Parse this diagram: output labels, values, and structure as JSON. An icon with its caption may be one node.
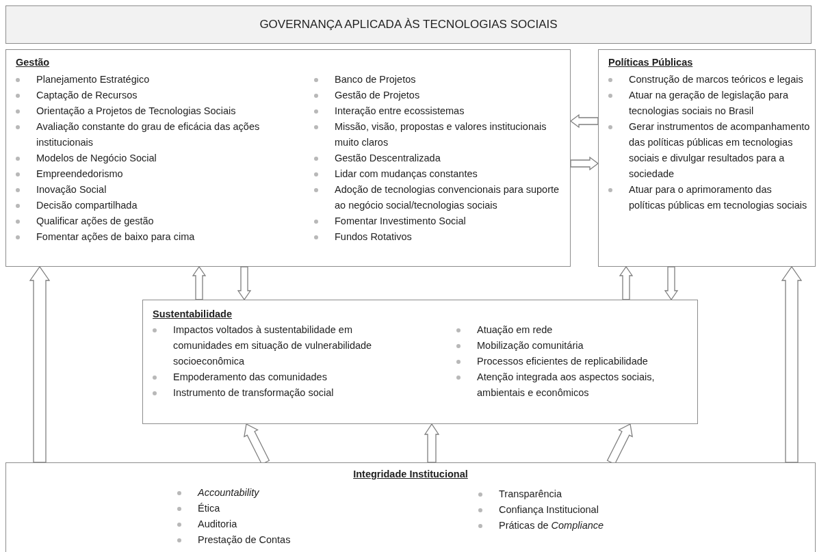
{
  "diagram": {
    "nodes": [
      {
        "text": [
          "GOVERNANÇA APLICADA ÀS TECNOLOGIAS SOCIAIS"
        ]
      },
      {
        "text": [
          "Gestão",
          "Planejamento Estratégico",
          "Captação de Recursos",
          "Orientação a Projetos de Tecnologias Sociais",
          "Avaliação constante do grau de eficácia das ações institucionais",
          "Modelos de Negócio Social",
          "Empreendedorismo",
          "Inovação Social",
          "Decisão compartilhada",
          "Qualificar ações de gestão",
          "Fomentar ações de baixo para cima",
          "Banco de Projetos",
          "Gestão de Projetos",
          "Interação entre ecossistemas",
          "Missão, visão, propostas e valores institucionais muito claros",
          "Gestão Descentralizada",
          "Lidar com mudanças constantes",
          "Adoção de tecnologias convencionais para suporte ao negócio social/tecnologias sociais",
          "Fomentar Investimento Social",
          "Fundos Rotativos"
        ]
      },
      {
        "text": [
          "Políticas Públicas",
          "Construção de marcos teóricos e legais",
          "Atuar na geração de legislação para tecnologias sociais no Brasil",
          "Gerar instrumentos de acompanhamento das políticas públicas em tecnologias sociais e divulgar resultados para a sociedade",
          "Atuar para o aprimoramento das políticas públicas em tecnologias sociais"
        ]
      },
      {
        "text": [
          "Sustentabilidade",
          "Impactos voltados à sustentabilidade em comunidades em situação de vulnerabilidade socioeconômica",
          "Empoderamento das comunidades",
          "Instrumento de transformação social",
          "Atuação em rede",
          "Mobilização comunitária",
          "Processos eficientes de replicabilidade",
          "Atenção integrada aos aspectos sociais, ambientais e econômicos"
        ]
      },
      {
        "text": [
          "Integridade Institucional",
          "*Accountability*",
          "Ética",
          "Auditoria",
          "Prestação de Contas",
          "Transparência",
          "Confiança Institucional",
          "Práticas de *Compliance*"
        ]
      }
    ],
    "edges": [
      {
        "from": 2,
        "to": 1,
        "arrow": "to"
      },
      {
        "from": 1,
        "to": 2,
        "arrow": "to"
      },
      {
        "from": 3,
        "to": 1,
        "arrow": "to"
      },
      {
        "from": 1,
        "to": 3,
        "arrow": "to"
      },
      {
        "from": 3,
        "to": 2,
        "arrow": "to"
      },
      {
        "from": 2,
        "to": 3,
        "arrow": "to"
      },
      {
        "from": 4,
        "to": 1,
        "arrow": "to"
      },
      {
        "from": 4,
        "to": 2,
        "arrow": "to"
      },
      {
        "from": 4,
        "to": 3,
        "arrow": "to"
      },
      {
        "from": 4,
        "to": 3,
        "arrow": "to"
      },
      {
        "from": 4,
        "to": 3,
        "arrow": "to"
      }
    ]
  }
}
